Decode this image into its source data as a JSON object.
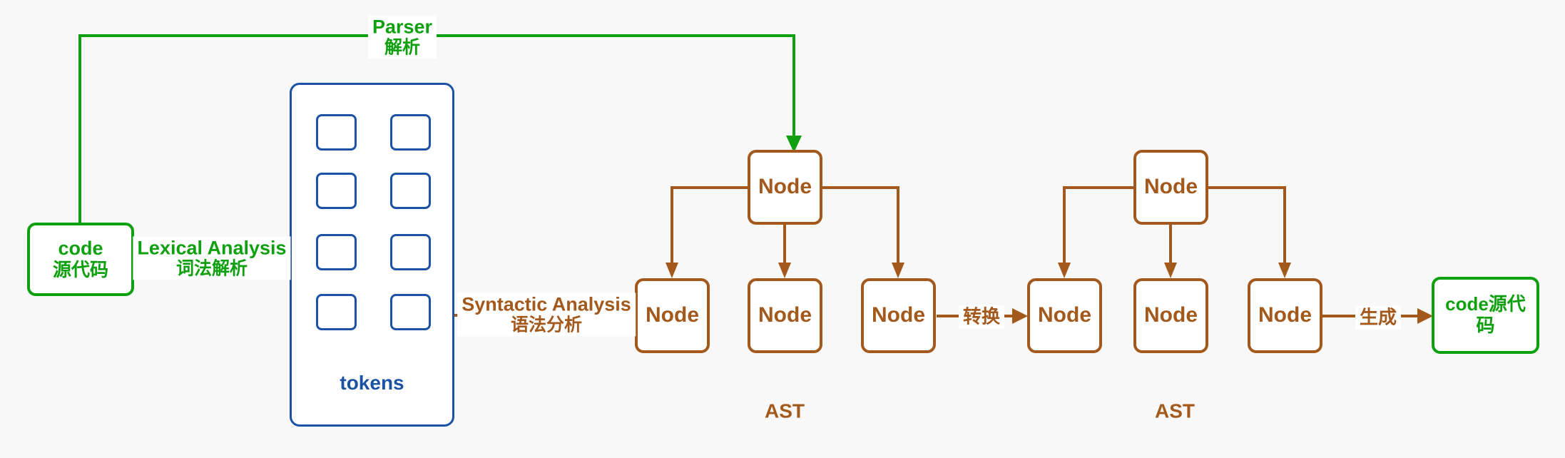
{
  "colors": {
    "background": "#f8f8f8",
    "green": "#0fa00f",
    "blue": "#1b52a5",
    "brown": "#a3591b",
    "shape_fill": "#ffffff",
    "label_background": "#ffffff"
  },
  "shapes": {
    "source_code_box": {
      "line1": "code",
      "line2": "源代码"
    },
    "tokens_box": {
      "label": "tokens",
      "token_count": 8
    },
    "output_code_box": {
      "line1": "code源代",
      "line2": "码"
    }
  },
  "labels": {
    "node": "Node",
    "ast_left": "AST",
    "ast_right": "AST"
  },
  "edges": {
    "parser": {
      "line1": "Parser",
      "line2": "解析"
    },
    "lexical_analysis": {
      "line1": "Lexical Analysis",
      "line2": "词法解析"
    },
    "syntactic_analysis": {
      "line1": "Syntactic Analysis",
      "line2": "语法分析"
    },
    "transform": {
      "label": "转换"
    },
    "generate": {
      "label": "生成"
    }
  }
}
